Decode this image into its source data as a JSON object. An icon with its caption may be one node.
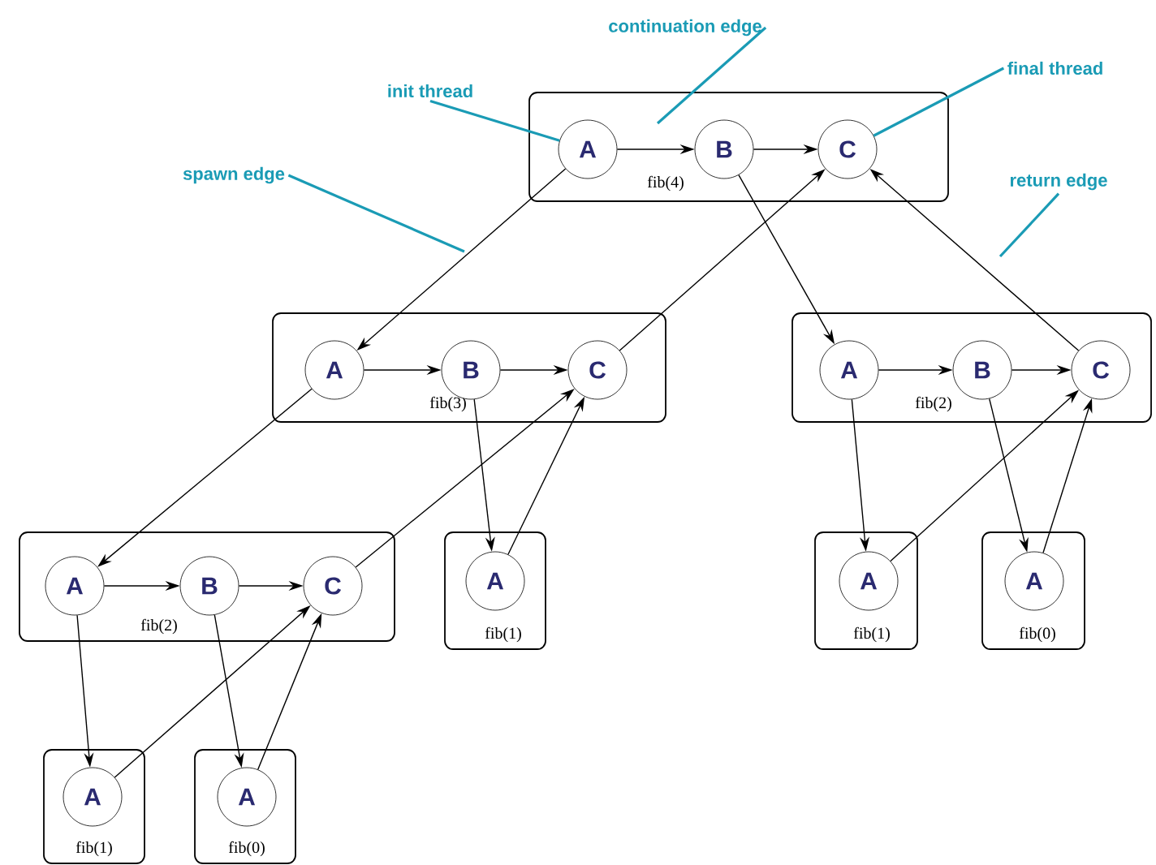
{
  "diagram": {
    "nodes": [
      {
        "text": [
          "continuation edge"
        ]
      },
      {
        "text": [
          "init thread"
        ]
      },
      {
        "text": [
          "final thread"
        ]
      },
      {
        "text": [
          "spawn edge"
        ]
      },
      {
        "text": [
          "return edge"
        ]
      },
      {
        "text": [
          "fib(4)"
        ]
      },
      {
        "text": [
          "A"
        ],
        "in": 5
      },
      {
        "text": [
          "B"
        ],
        "in": 5
      },
      {
        "text": [
          "C"
        ],
        "in": 5
      },
      {
        "text": [
          "fib(3)"
        ]
      },
      {
        "text": [
          "A"
        ],
        "in": 9
      },
      {
        "text": [
          "B"
        ],
        "in": 9
      },
      {
        "text": [
          "C"
        ],
        "in": 9
      },
      {
        "text": [
          "fib(2)"
        ]
      },
      {
        "text": [
          "A"
        ],
        "in": 13
      },
      {
        "text": [
          "B"
        ],
        "in": 13
      },
      {
        "text": [
          "C"
        ],
        "in": 13
      },
      {
        "text": [
          "fib(2)"
        ]
      },
      {
        "text": [
          "A"
        ],
        "in": 17
      },
      {
        "text": [
          "B"
        ],
        "in": 17
      },
      {
        "text": [
          "C"
        ],
        "in": 17
      },
      {
        "text": [
          "fib(1)"
        ]
      },
      {
        "text": [
          "A"
        ],
        "in": 21
      },
      {
        "text": [
          "fib(1)"
        ]
      },
      {
        "text": [
          "A"
        ],
        "in": 23
      },
      {
        "text": [
          "fib(0)"
        ]
      },
      {
        "text": [
          "A"
        ],
        "in": 25
      },
      {
        "text": [
          "fib(1)"
        ]
      },
      {
        "text": [
          "A"
        ],
        "in": 27
      },
      {
        "text": [
          "fib(0)"
        ]
      },
      {
        "text": [
          "A"
        ],
        "in": 29
      }
    ],
    "edges": [
      {
        "from": 1,
        "to": 6,
        "arrow": "none",
        "color": "#1a9bb5"
      },
      {
        "from": 0,
        "to": null,
        "arrow": "none",
        "color": "#1a9bb5"
      },
      {
        "from": 2,
        "to": 8,
        "arrow": "none",
        "color": "#1a9bb5"
      },
      {
        "from": 3,
        "to": null,
        "arrow": "none",
        "color": "#1a9bb5"
      },
      {
        "from": 4,
        "to": null,
        "arrow": "none",
        "color": "#1a9bb5"
      },
      {
        "from": 6,
        "to": 7,
        "arrow": "to"
      },
      {
        "from": 7,
        "to": 8,
        "arrow": "to"
      },
      {
        "from": 10,
        "to": 11,
        "arrow": "to"
      },
      {
        "from": 11,
        "to": 12,
        "arrow": "to"
      },
      {
        "from": 14,
        "to": 15,
        "arrow": "to"
      },
      {
        "from": 15,
        "to": 16,
        "arrow": "to"
      },
      {
        "from": 18,
        "to": 19,
        "arrow": "to"
      },
      {
        "from": 19,
        "to": 20,
        "arrow": "to"
      },
      {
        "from": 6,
        "to": 10,
        "arrow": "to"
      },
      {
        "from": 7,
        "to": 14,
        "arrow": "to"
      },
      {
        "from": 12,
        "to": 8,
        "arrow": "to"
      },
      {
        "from": 16,
        "to": 8,
        "arrow": "to"
      },
      {
        "from": 10,
        "to": 18,
        "arrow": "to"
      },
      {
        "from": 11,
        "to": 22,
        "arrow": "to"
      },
      {
        "from": 20,
        "to": 12,
        "arrow": "to"
      },
      {
        "from": 22,
        "to": 12,
        "arrow": "to"
      },
      {
        "from": 14,
        "to": 24,
        "arrow": "to"
      },
      {
        "from": 15,
        "to": 26,
        "arrow": "to"
      },
      {
        "from": 24,
        "to": 16,
        "arrow": "to"
      },
      {
        "from": 26,
        "to": 16,
        "arrow": "to"
      },
      {
        "from": 18,
        "to": 28,
        "arrow": "to"
      },
      {
        "from": 19,
        "to": 30,
        "arrow": "to"
      },
      {
        "from": 28,
        "to": 20,
        "arrow": "to"
      },
      {
        "from": 30,
        "to": 20,
        "arrow": "to"
      }
    ]
  }
}
